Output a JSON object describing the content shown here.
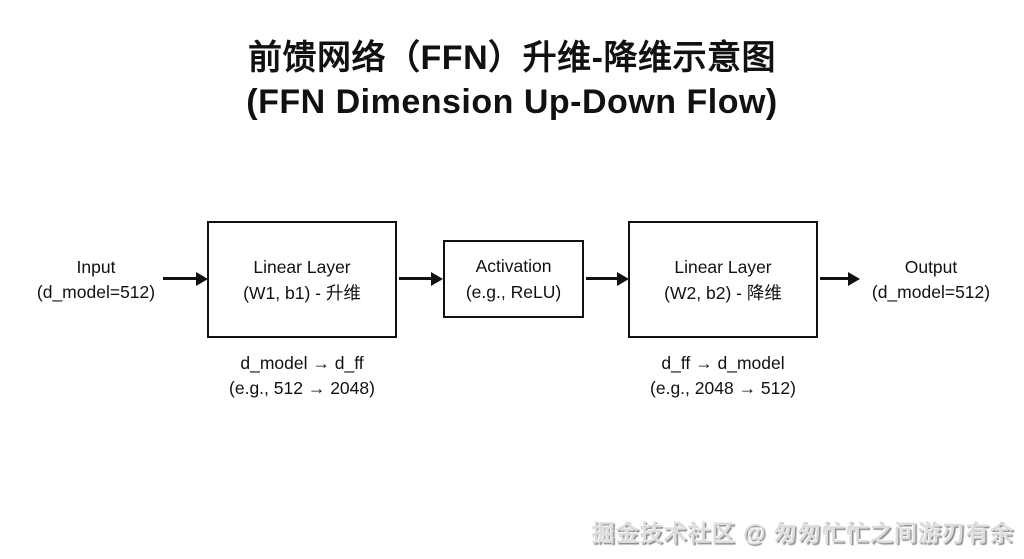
{
  "title": {
    "line1": "前馈网络（FFN）升维-降维示意图",
    "line2": "(FFN Dimension Up-Down Flow)"
  },
  "diagram": {
    "input_label": {
      "line1": "Input",
      "line2": "(d_model=512)"
    },
    "output_label": {
      "line1": "Output",
      "line2": "(d_model=512)"
    },
    "boxes": [
      {
        "line1": "Linear Layer",
        "line2": "(W1, b1) - 升维"
      },
      {
        "line1": "Activation",
        "line2": "(e.g., ReLU)"
      },
      {
        "line1": "Linear Layer",
        "line2": "(W2, b2) - 降维"
      }
    ],
    "annotations": [
      {
        "line1": "d_model → d_ff",
        "line2": "(e.g., 512 → 2048)"
      },
      {
        "line1": "d_ff → d_model",
        "line2": "(e.g., 2048 → 512)"
      }
    ]
  },
  "watermark": "掘金技术社区 @ 匆匆忙忙之间游刃有余",
  "colors": {
    "background": "#ffffff",
    "line": "#111111",
    "text": "#111111",
    "watermark_gray": "#8f8f8f"
  }
}
